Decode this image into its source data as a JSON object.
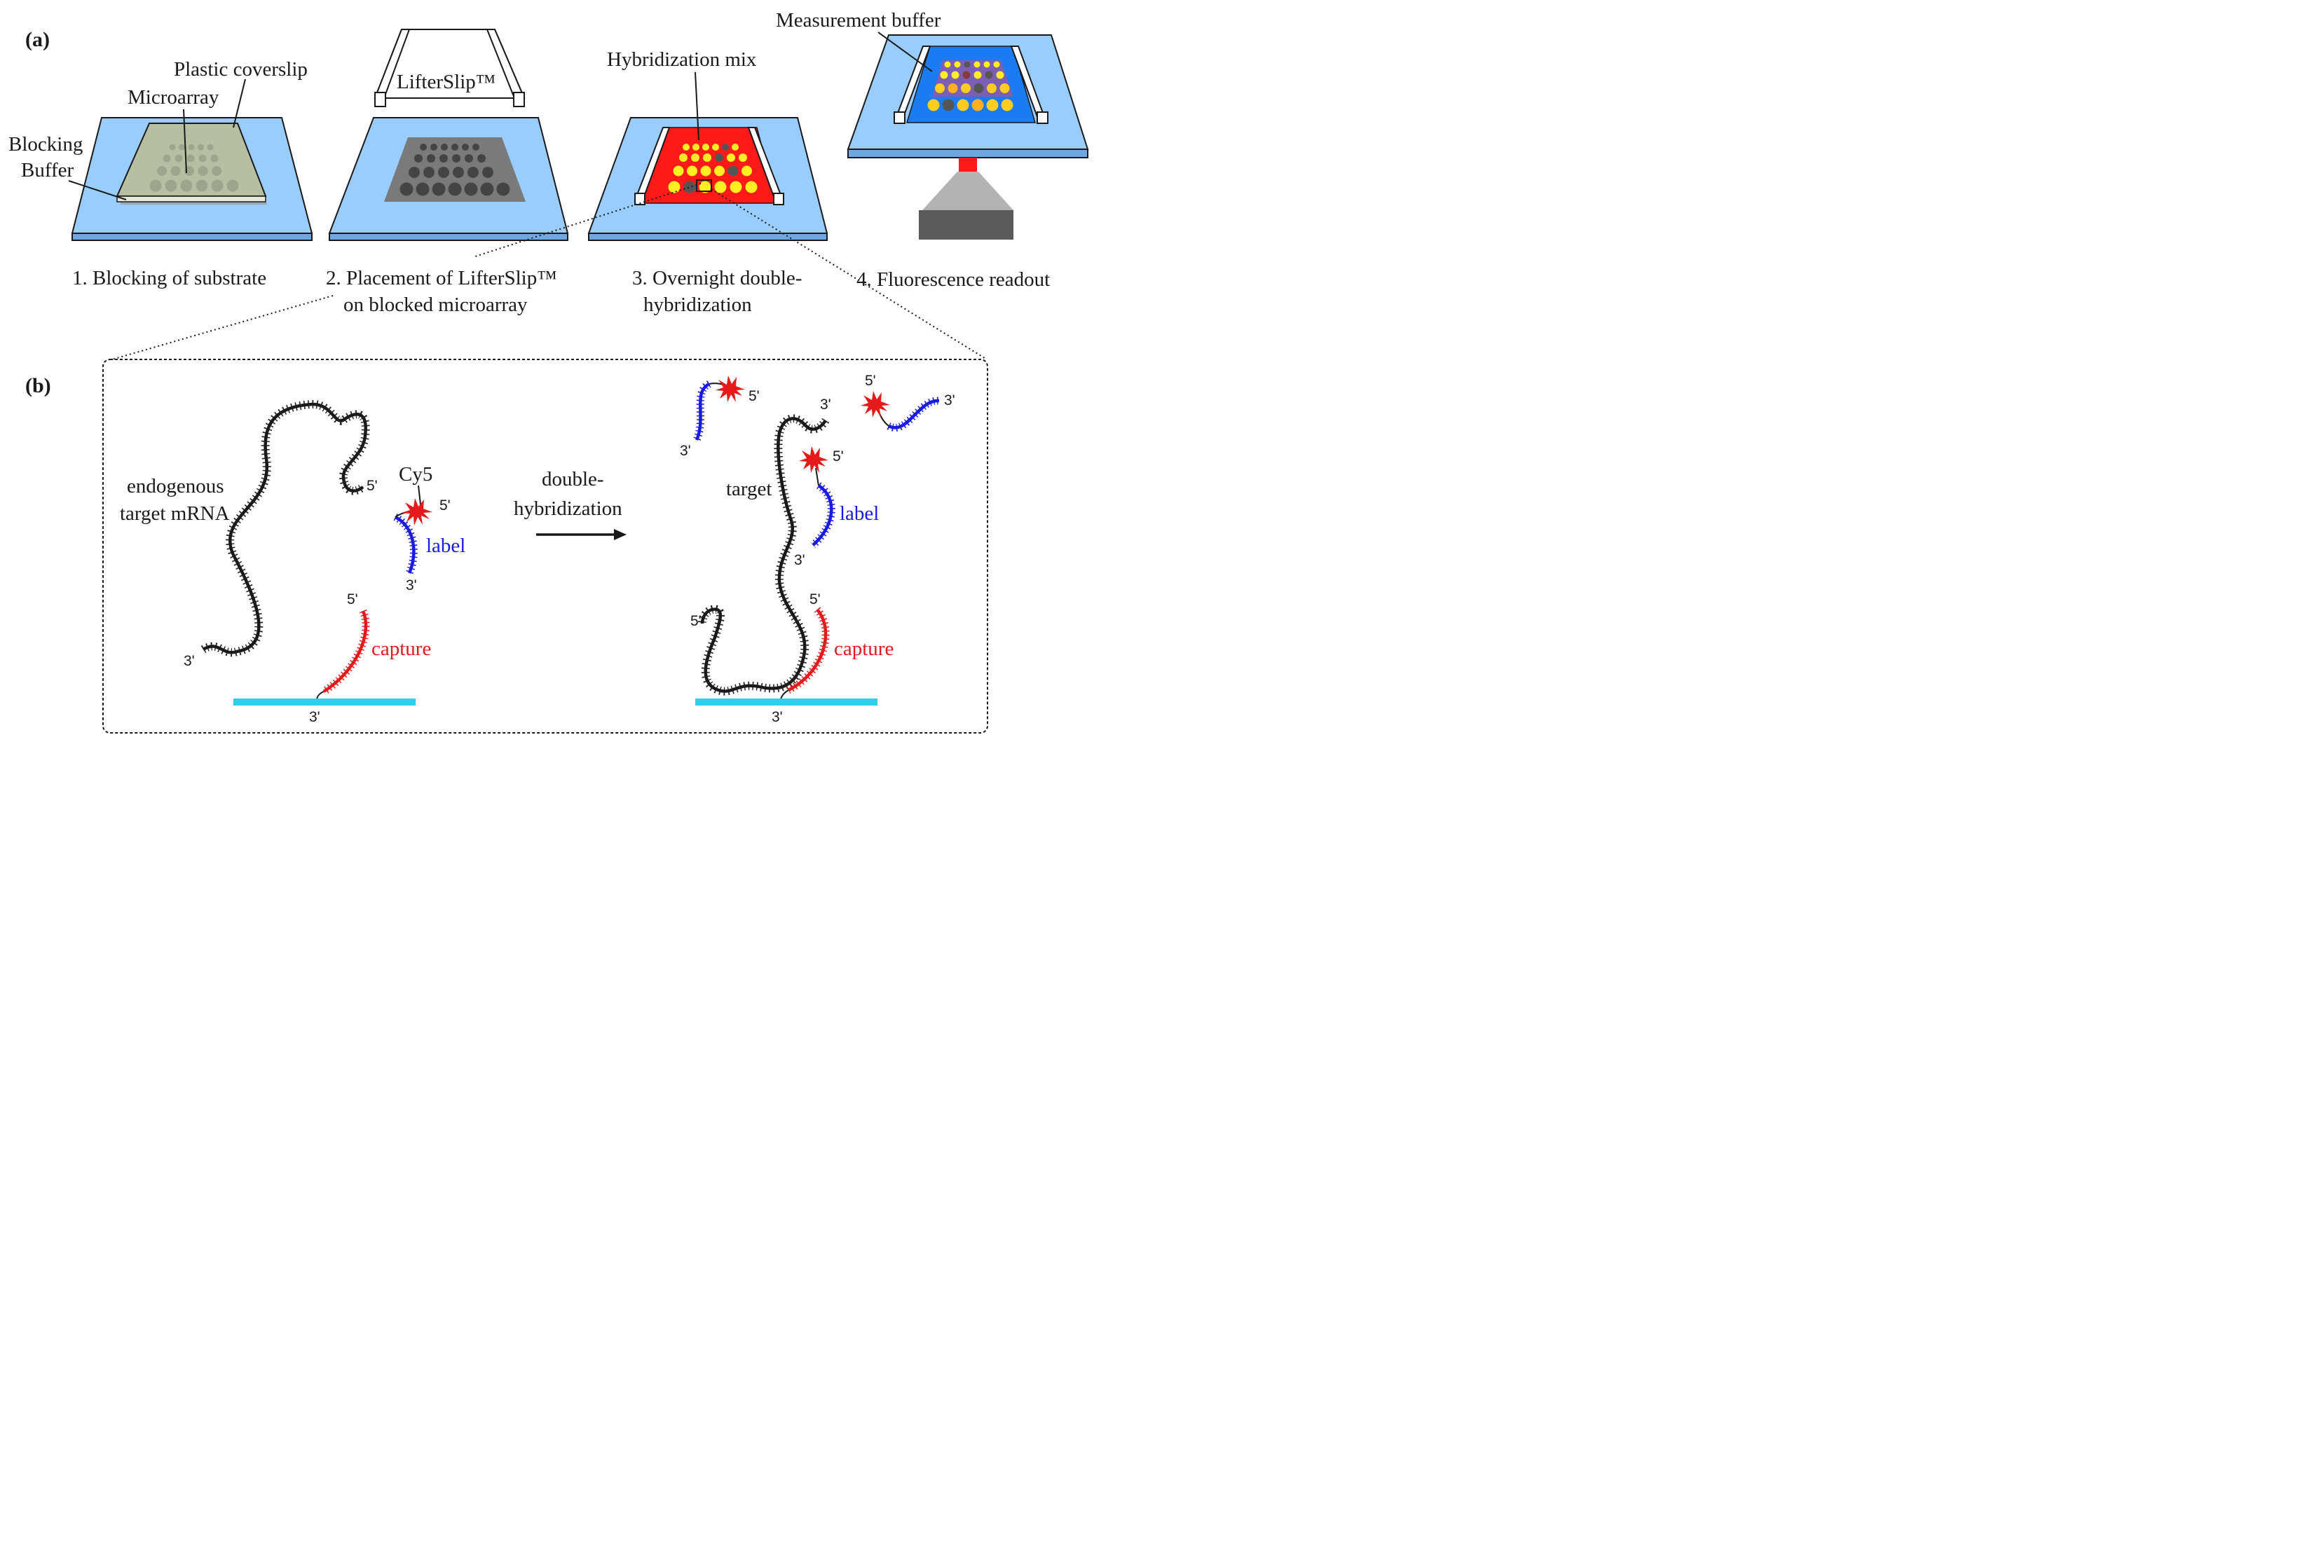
{
  "panel_a": {
    "letter": "(a)",
    "step1": {
      "caption": "1. Blocking of substrate",
      "label_coverslip": "Plastic coverslip",
      "label_microarray": "Microarray",
      "label_blocking_line1": "Blocking",
      "label_blocking_line2": "Buffer"
    },
    "step2": {
      "caption_line1": "2. Placement of LifterSlip™",
      "caption_line2": "on blocked microarray",
      "label_lifterslip": "LifterSlip™"
    },
    "step3": {
      "caption_line1": "3. Overnight double-",
      "caption_line2": "hybridization",
      "label_mix": "Hybridization mix"
    },
    "step4": {
      "caption": "4. Fluorescence readout",
      "label_buffer": "Measurement buffer"
    }
  },
  "panel_b": {
    "letter": "(b)",
    "left": {
      "mrna_line1": "endogenous",
      "mrna_line2": "target mRNA",
      "dye": "Cy5",
      "label": "label",
      "capture": "capture"
    },
    "arrow_line1": "double-",
    "arrow_line2": "hybridization",
    "right": {
      "target": "target",
      "label": "label",
      "capture": "capture"
    },
    "prime5": "5'",
    "prime3": "3'"
  },
  "colors": {
    "substrate": "#99ccff",
    "substrate_edge": "#4a86c6",
    "hyb_mix": "#ff1a1a",
    "meas_buffer": "#1a7cf0",
    "spot_yellow": "#ffee22",
    "spot_grey": "#555555",
    "label_strand": "#1a1ae6",
    "capture_strand": "#e61a1a",
    "surface": "#33ccee"
  }
}
